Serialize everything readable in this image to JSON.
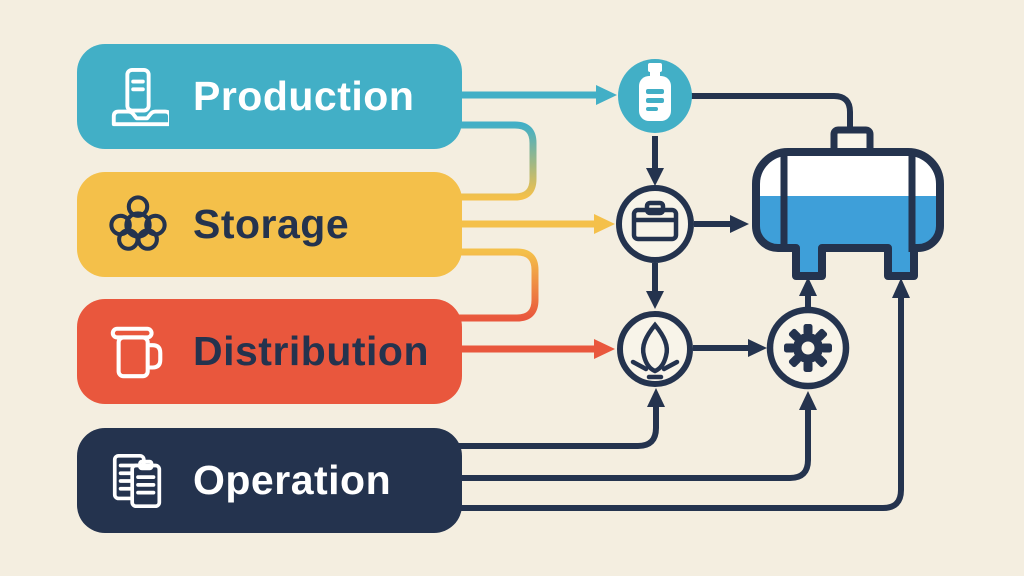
{
  "palette": {
    "background": "#F4EEE0",
    "teal": "#42AFC6",
    "yellow": "#F4C04A",
    "red": "#E9573D",
    "navy": "#24334E",
    "tank_blue": "#3E9FD9",
    "node_fill": "#F8F4E9",
    "white": "#FFFFFF"
  },
  "boxes": [
    {
      "id": "production",
      "label": "Production",
      "color": "#42AFC6",
      "text_color": "#FFFFFF",
      "icon": "machine-icon"
    },
    {
      "id": "storage",
      "label": "Storage",
      "color": "#F4C04A",
      "text_color": "#24334E",
      "icon": "cluster-icon"
    },
    {
      "id": "distribution",
      "label": "Distribution",
      "color": "#E9573D",
      "text_color": "#24334E",
      "icon": "canister-icon"
    },
    {
      "id": "operation",
      "label": "Operation",
      "color": "#24334E",
      "text_color": "#FFFFFF",
      "icon": "documents-icon"
    }
  ],
  "nodes": [
    {
      "id": "bottle-node",
      "icon": "bottle-icon",
      "fill": "#42AFC6"
    },
    {
      "id": "briefcase-node",
      "icon": "briefcase-icon",
      "fill": "#F8F4E9"
    },
    {
      "id": "flame-node",
      "icon": "flame-icon",
      "fill": "#F8F4E9"
    },
    {
      "id": "gear-node",
      "icon": "gear-icon",
      "fill": "#F8F4E9"
    }
  ],
  "tank": {
    "id": "storage-tank",
    "icon": "tank-icon",
    "liquid_color": "#3E9FD9",
    "fill_level_percent": 55
  },
  "connections": [
    {
      "from": "production",
      "to": "bottle-node",
      "style": "straight-arrow",
      "color": "teal"
    },
    {
      "from": "production",
      "to": "storage",
      "style": "elbow",
      "color": "teal-to-yellow-gradient"
    },
    {
      "from": "storage",
      "to": "briefcase-node",
      "style": "straight-arrow",
      "color": "yellow"
    },
    {
      "from": "storage",
      "to": "distribution",
      "style": "elbow",
      "color": "yellow-to-red-gradient"
    },
    {
      "from": "distribution",
      "to": "flame-node",
      "style": "straight-arrow",
      "color": "red"
    },
    {
      "from": "bottle-node",
      "to": "briefcase-node",
      "style": "straight-arrow",
      "color": "navy"
    },
    {
      "from": "bottle-node",
      "to": "tank-top-cap",
      "style": "elbow",
      "color": "navy"
    },
    {
      "from": "briefcase-node",
      "to": "flame-node",
      "style": "straight-arrow",
      "color": "navy"
    },
    {
      "from": "briefcase-node",
      "to": "tank-left-side",
      "style": "straight-arrow",
      "color": "navy"
    },
    {
      "from": "flame-node",
      "to": "gear-node",
      "style": "straight-arrow",
      "color": "navy"
    },
    {
      "from": "gear-node",
      "to": "tank-left-leg",
      "style": "straight-arrow",
      "color": "navy"
    },
    {
      "from": "operation",
      "to": "flame-node",
      "style": "elbow-arrow",
      "color": "navy"
    },
    {
      "from": "operation",
      "to": "gear-node",
      "style": "elbow-arrow",
      "color": "navy"
    },
    {
      "from": "operation",
      "to": "tank-right-leg",
      "style": "elbow-arrow",
      "color": "navy"
    }
  ]
}
